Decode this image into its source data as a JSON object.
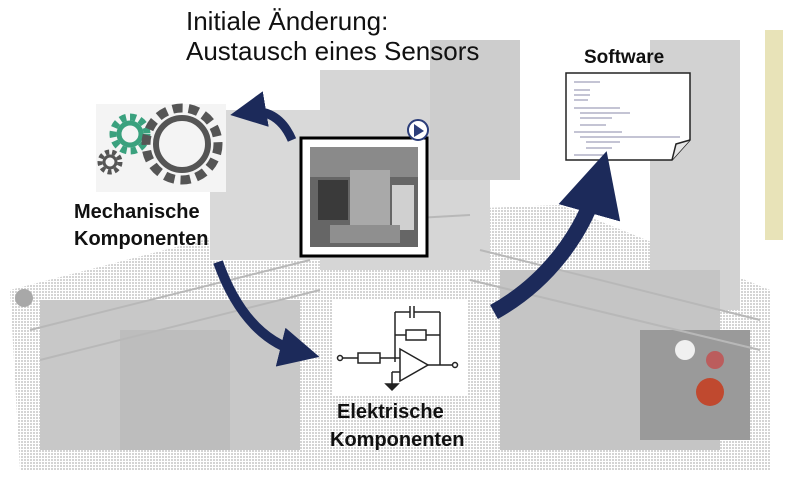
{
  "title": {
    "line1": "Initiale Änderung:",
    "line2": "Austausch eines Sensors"
  },
  "mechanical": {
    "line1": "Mechanische",
    "line2": "Komponenten",
    "icon": "gears-icon",
    "gear_colors": [
      "#3aa17e",
      "#555555"
    ]
  },
  "electrical": {
    "line1": "Elektrische",
    "line2": "Komponenten",
    "icon": "opamp-circuit-icon"
  },
  "software": {
    "label": "Software",
    "icon": "code-document-icon"
  },
  "sensor": {
    "icon": "sensor-photo",
    "badge_icon": "cursor-badge-icon"
  },
  "colors": {
    "arrow": "#1c2a5a",
    "badge": "#2c3e7a",
    "background_machine": "#c9c9c9"
  }
}
